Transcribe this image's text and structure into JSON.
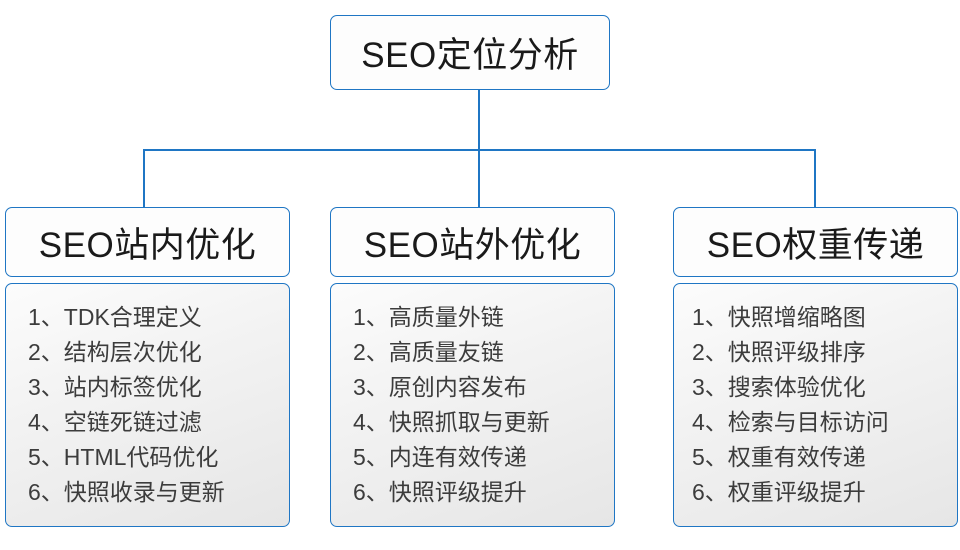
{
  "diagram": {
    "title": "SEO定位分析",
    "accent_color": "#1f76c4",
    "text_color": "#1a1a1a",
    "list_text_color": "#3c3c3c",
    "root": {
      "label": "SEO定位分析"
    },
    "branches": [
      {
        "header": "SEO站内优化",
        "items": [
          "1、TDK合理定义",
          "2、结构层次优化",
          "3、站内标签优化",
          "4、空链死链过滤",
          "5、HTML代码优化",
          "6、快照收录与更新"
        ]
      },
      {
        "header": "SEO站外优化",
        "items": [
          "1、高质量外链",
          "2、高质量友链",
          "3、原创内容发布",
          "4、快照抓取与更新",
          "5、内连有效传递",
          "6、快照评级提升"
        ]
      },
      {
        "header": "SEO权重传递",
        "items": [
          "1、快照增缩略图",
          "2、快照评级排序",
          "3、搜索体验优化",
          "4、检索与目标访问",
          "5、权重有效传递",
          "6、权重评级提升"
        ]
      }
    ]
  }
}
